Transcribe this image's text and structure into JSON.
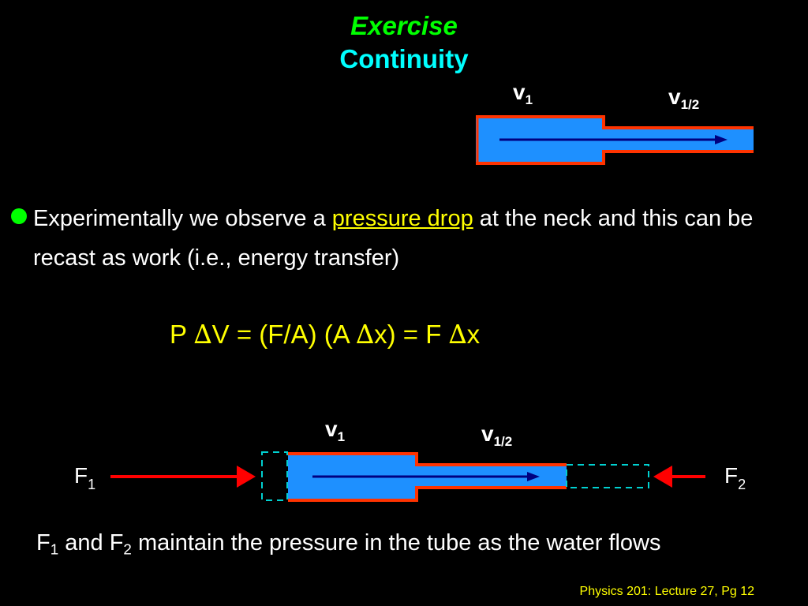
{
  "slide": {
    "title": "Exercise",
    "subtitle": "Continuity"
  },
  "bullet": {
    "text_before": "Experimentally we observe a ",
    "highlight": "pressure drop",
    "text_after": " at the neck and this can be recast as work (i.e., energy transfer)"
  },
  "equation": {
    "p": "P ",
    "delta1": "∆",
    "part1": "V = (F/A) (A ",
    "delta2": "∆",
    "part2": "x) = F ",
    "delta3": "∆",
    "part3": "x"
  },
  "diagram_top": {
    "v1_base": "v",
    "v1_sub": "1",
    "v2_base": "v",
    "v2_sub": "1/2"
  },
  "diagram_bottom": {
    "v1_base": "v",
    "v1_sub": "1",
    "v2_base": "v",
    "v2_sub": "1/2",
    "f1_base": "F",
    "f1_sub": "1",
    "f2_base": "F",
    "f2_sub": "2"
  },
  "caption": {
    "f1_base": "F",
    "f1_sub": "1",
    "and": " and F",
    "f2_sub": "2",
    "rest": " maintain the pressure in the tube as the water flows"
  },
  "footer": "Physics 201: Lecture 27, Pg 12",
  "colors": {
    "background": "#000000",
    "title": "#00ff00",
    "subtitle": "#00ffff",
    "highlight": "#ffff00",
    "water": "#1e90ff",
    "tube_wall": "#ff3300",
    "arrow_flow": "#000080",
    "force_arrow": "#ff0000",
    "dashed": "#00d0d0"
  }
}
